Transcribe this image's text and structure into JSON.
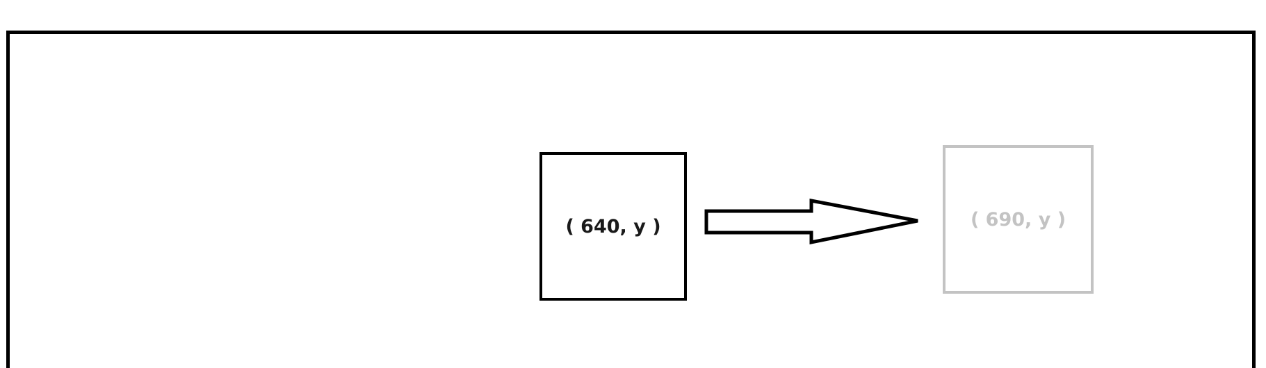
{
  "diagram": {
    "source_box": {
      "label": "( 640, y )"
    },
    "target_box": {
      "label": "( 690, y )"
    },
    "colors": {
      "frame": "#000000",
      "source": "#000000",
      "target": "#c3c3c3",
      "arrow": "#000000"
    },
    "arrow": {
      "direction": "right",
      "style": "outlined-block-arrow"
    }
  }
}
